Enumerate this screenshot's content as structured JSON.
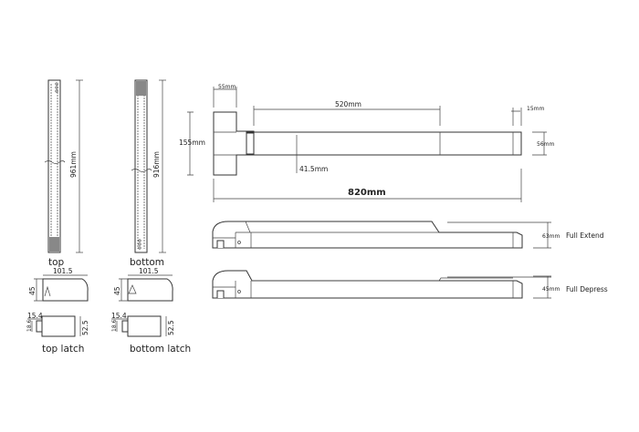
{
  "rods": {
    "top": {
      "label": "top",
      "length": "961mm"
    },
    "bottom": {
      "label": "bottom",
      "length": "916mm"
    }
  },
  "latch_sides": {
    "top": {
      "width": "101.5",
      "height": "45"
    },
    "bottom": {
      "width": "101.5",
      "height": "45"
    }
  },
  "latches": {
    "top": {
      "label": "top latch",
      "a": "15.4",
      "b": "18.6",
      "c": "52.5"
    },
    "bottom": {
      "label": "bottom latch",
      "a": "15.4",
      "b": "18.6",
      "c": "52.5"
    }
  },
  "plan": {
    "head_width": "55mm",
    "bar_length": "520mm",
    "end_cap": "15mm",
    "head_height": "155mm",
    "bar_height": "56mm",
    "offset": "41.5mm",
    "overall": "820mm"
  },
  "elevations": {
    "extend": {
      "height": "63mm",
      "label": "Full Extend"
    },
    "depress": {
      "height": "45mm",
      "label": "Full Depress"
    }
  }
}
